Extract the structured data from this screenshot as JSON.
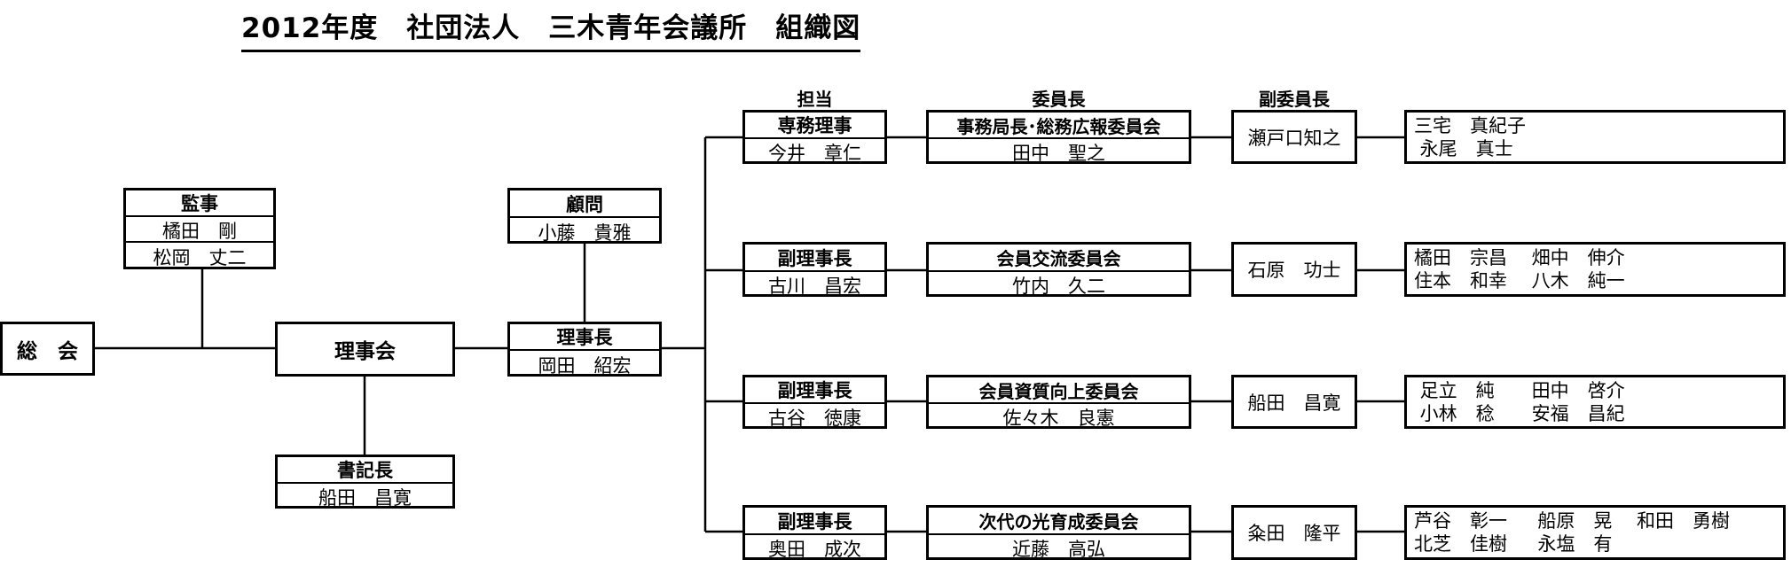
{
  "title": "2012年度　社団法人　三木青年会議所　組織図",
  "headers": {
    "tanto": "担当",
    "iincho": "委員長",
    "fuku": "副委員長"
  },
  "left": {
    "sokai": "総　会",
    "kanji": {
      "label": "監事",
      "member1": "橘田　剛",
      "member2": "松岡　丈二"
    },
    "rijikai": "理事会",
    "shokicho": {
      "label": "書記長",
      "member": "船田　昌寛"
    },
    "komon": {
      "label": "顧問",
      "member": "小藤　貴雅"
    },
    "rijicho": {
      "label": "理事長",
      "member": "岡田　紹宏"
    }
  },
  "rows": [
    {
      "role": "専務理事",
      "person": "今井　章仁",
      "committee": "事務局長･総務広報委員会",
      "chair": "田中　聖之",
      "vice": "瀬戸口知之",
      "members": "三宅　真紀子\n 永尾　真士"
    },
    {
      "role": "副理事長",
      "person": "古川　昌宏",
      "committee": "会員交流委員会",
      "chair": "竹内　久二",
      "vice": "石原　功士",
      "members": "橘田　宗昌　 畑中　伸介\n住本　和幸　 八木　純一"
    },
    {
      "role": "副理事長",
      "person": "古谷　徳康",
      "committee": "会員資質向上委員会",
      "chair": "佐々木　良憲",
      "vice": "船田　昌寛",
      "members": " 足立　純　　田中　啓介\n 小林　稔　　安福　昌紀"
    },
    {
      "role": "副理事長",
      "person": "奥田　成次",
      "committee": "次代の光育成委員会",
      "chair": "近藤　高弘",
      "vice": "粂田　隆平",
      "members": "芦谷　彰一　  船原　晃　 和田　勇樹\n北芝　佳樹　  永塩　有"
    }
  ]
}
